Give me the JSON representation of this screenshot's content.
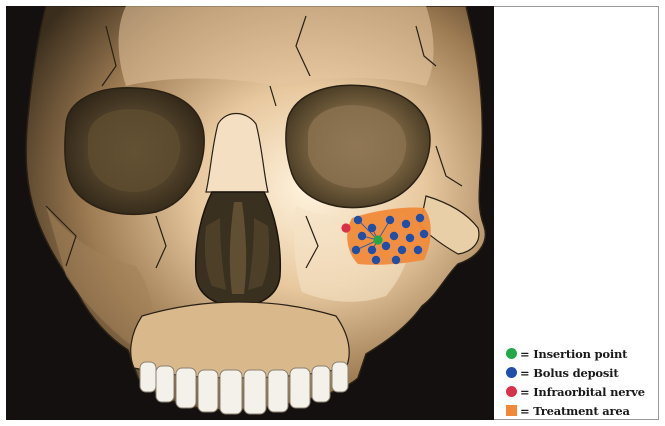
{
  "figure": {
    "legend": [
      {
        "marker": "circle",
        "color": "#22a848",
        "label": "= Insertion point"
      },
      {
        "marker": "circle",
        "color": "#1f4fa8",
        "label": "= Bolus deposit"
      },
      {
        "marker": "circle",
        "color": "#d8324a",
        "label": "= Infraorbital nerve"
      },
      {
        "marker": "square",
        "color": "#f08a3a",
        "label": "= Treatment area"
      }
    ],
    "colors": {
      "background_dark": "#141010",
      "bone_light": "#f2dcc0",
      "bone_mid": "#c9a27a",
      "bone_shadow": "#5a4a30",
      "treatment_area": "#f08a3a",
      "bolus": "#1f4fa8",
      "insertion": "#22a848",
      "nerve": "#d8324a"
    }
  }
}
